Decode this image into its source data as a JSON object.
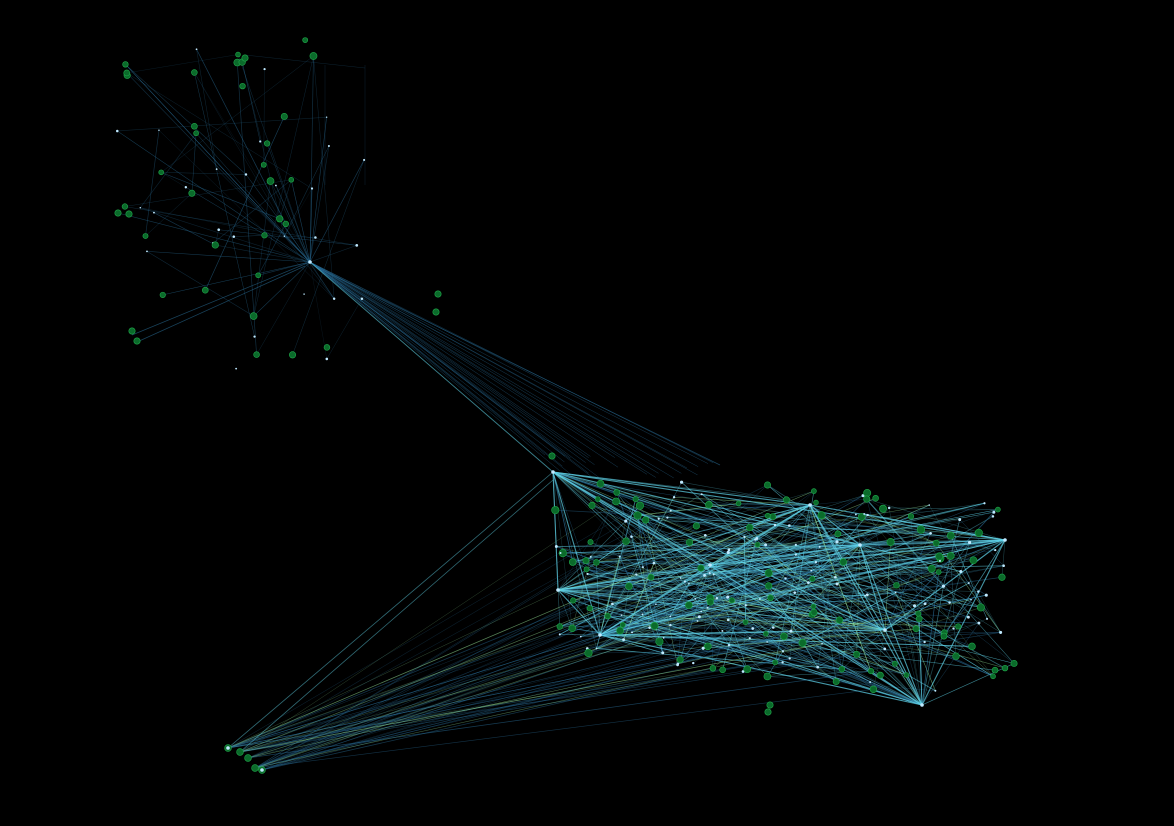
{
  "diagram": {
    "type": "network-graph",
    "background": "#000000",
    "colors": {
      "edge_primary": "#5fd3e8",
      "edge_dim": "#2a6f9a",
      "edge_highlight": "#9ff0a0",
      "node_fill": "#0b6b2b",
      "node_stroke": "#1fa84a",
      "node_small": "#bfe9ff"
    },
    "clusters": [
      {
        "name": "upper-left-cluster"
      },
      {
        "name": "central-bridge"
      },
      {
        "name": "lower-right-dense-cluster"
      },
      {
        "name": "lower-left-outlier-group"
      }
    ]
  }
}
